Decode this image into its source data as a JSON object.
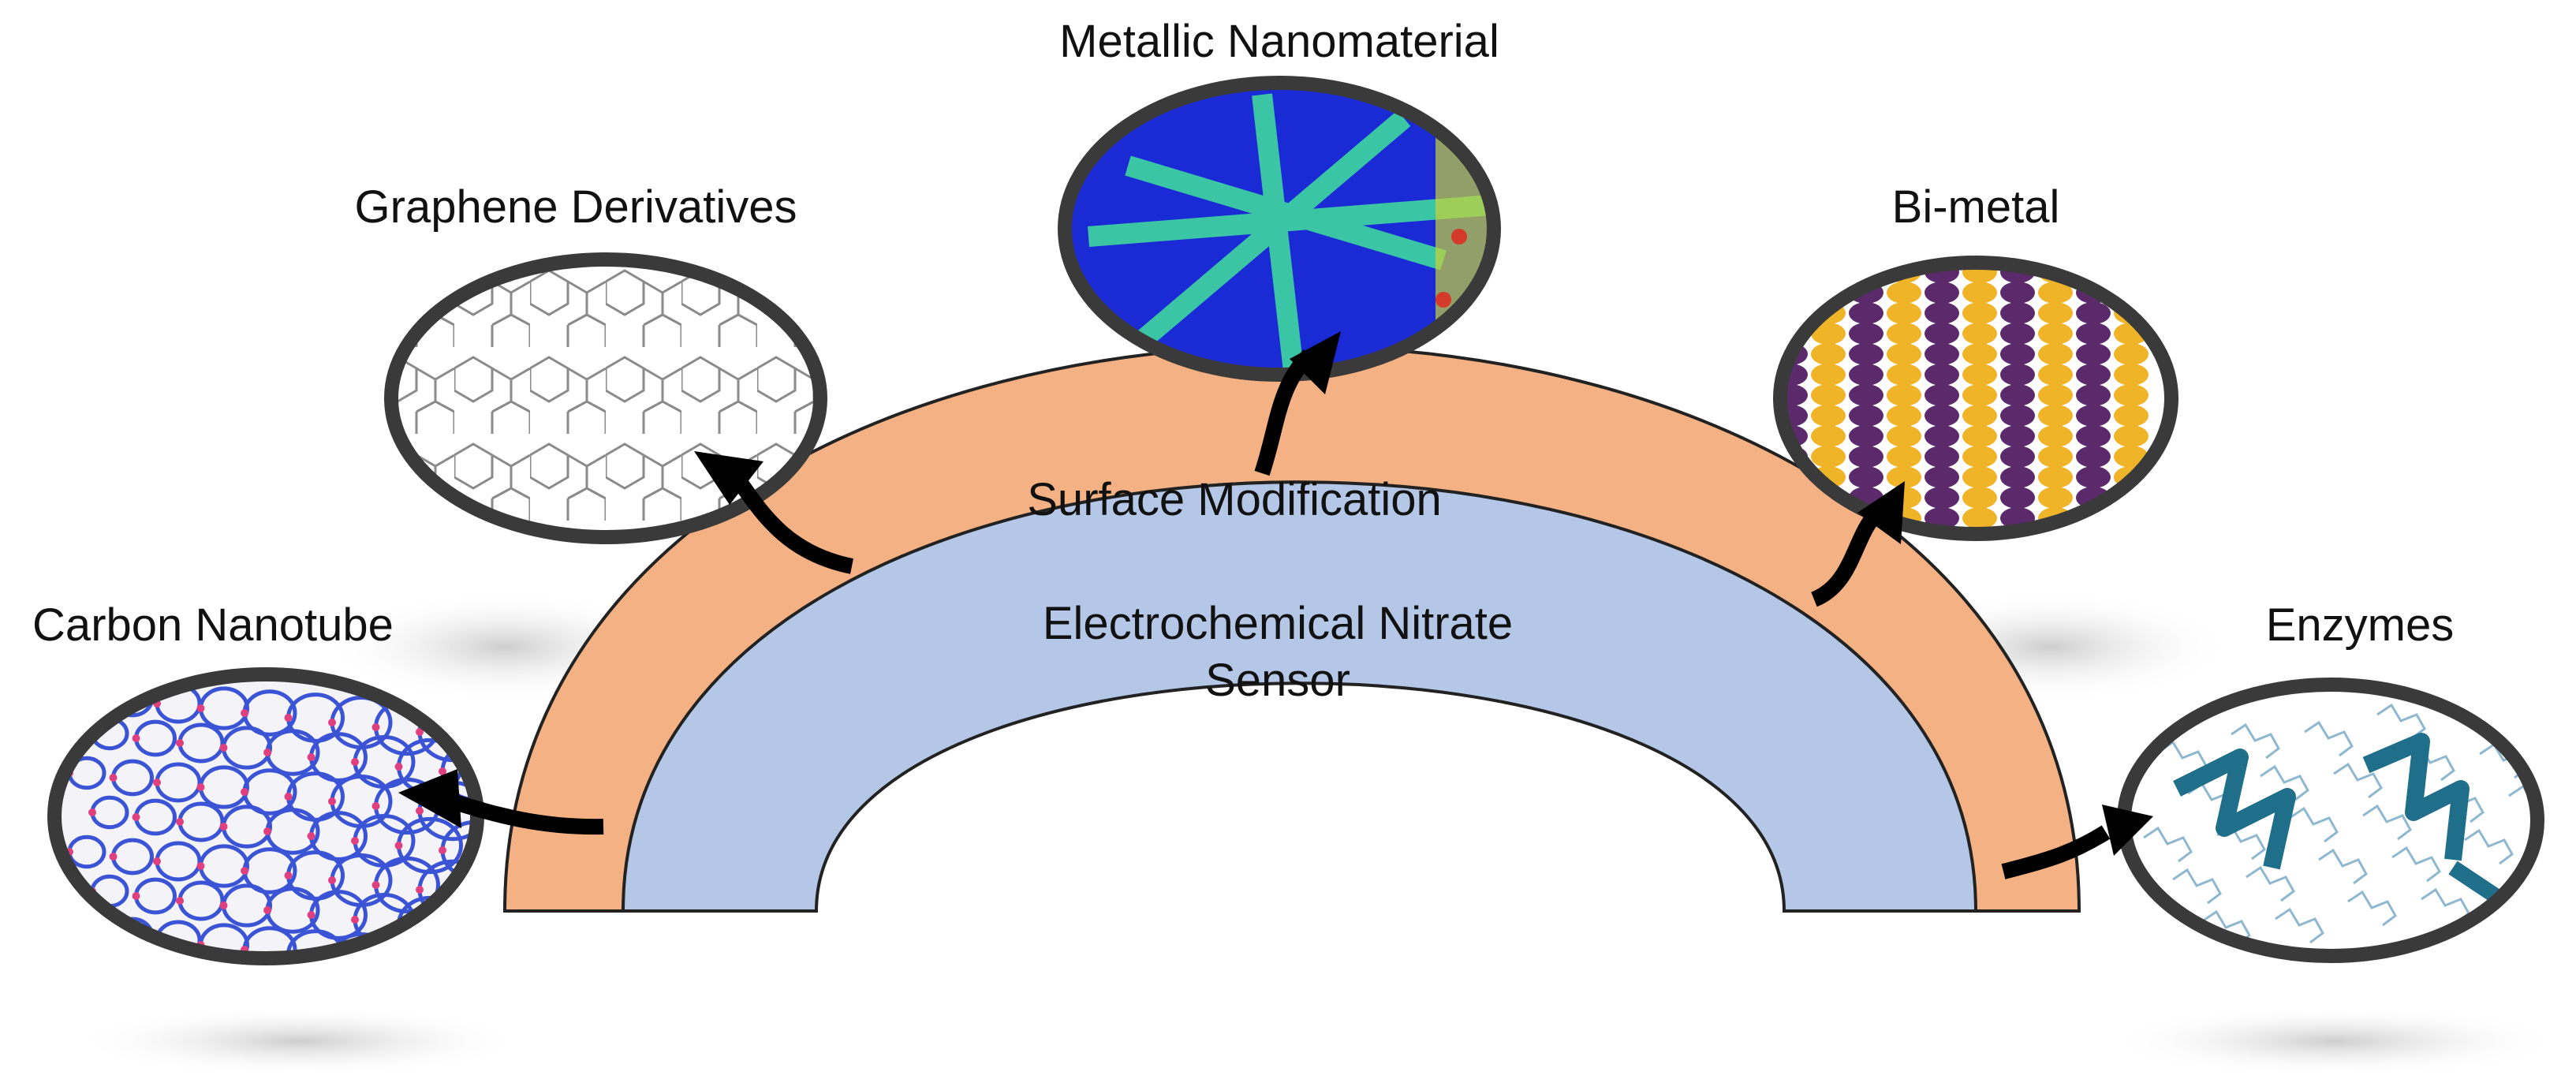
{
  "labels": {
    "metallic": "Metallic Nanomaterial",
    "graphene": "Graphene Derivatives",
    "bimetal": "Bi-metal",
    "carbon": "Carbon Nanotube",
    "enzymes": "Enzymes",
    "surface": "Surface Modification",
    "sensor_line1": "Electrochemical Nitrate",
    "sensor_line2": "Sensor"
  },
  "colors": {
    "surface_band": "#f4b183",
    "sensor_band": "#b4c7e7",
    "outline": "#222222",
    "bubble_ring": "#3a3a3a",
    "arrow": "#000000",
    "metal_blue": "#1a2bd6",
    "metal_green": "#3fd6a0",
    "bimetal_gold": "#f0b429",
    "bimetal_purple": "#5b2a6b",
    "cnt_pink": "#e0407f",
    "cnt_blue": "#3b54d6",
    "enzyme_teal": "#2a8aa6"
  }
}
